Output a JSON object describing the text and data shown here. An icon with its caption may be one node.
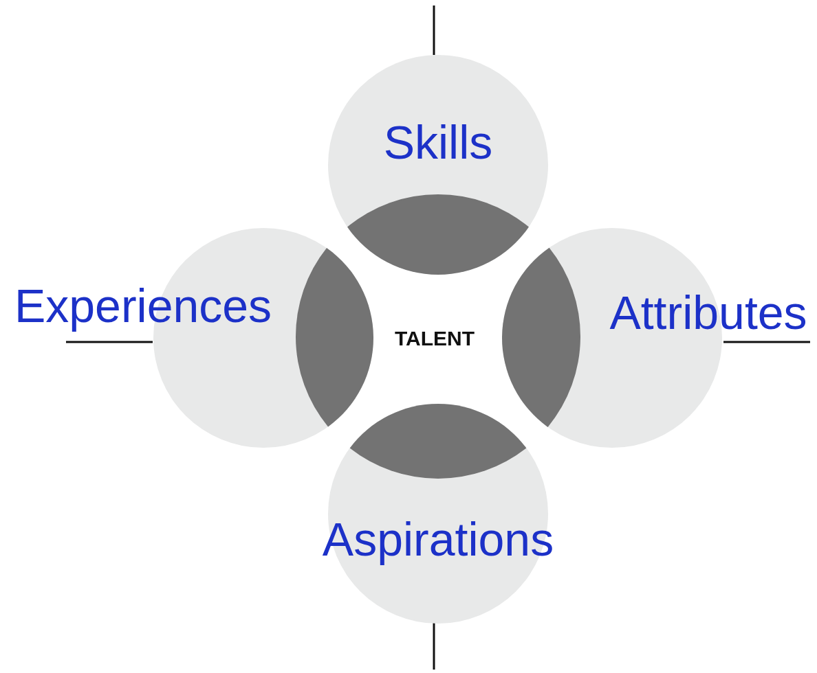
{
  "diagram": {
    "nodes": [
      {
        "text": [
          "Skills"
        ]
      },
      {
        "text": [
          "Experiences"
        ]
      },
      {
        "text": [
          "Attributes"
        ]
      },
      {
        "text": [
          "Aspirations"
        ]
      }
    ],
    "labels": [
      "TALENT"
    ]
  }
}
